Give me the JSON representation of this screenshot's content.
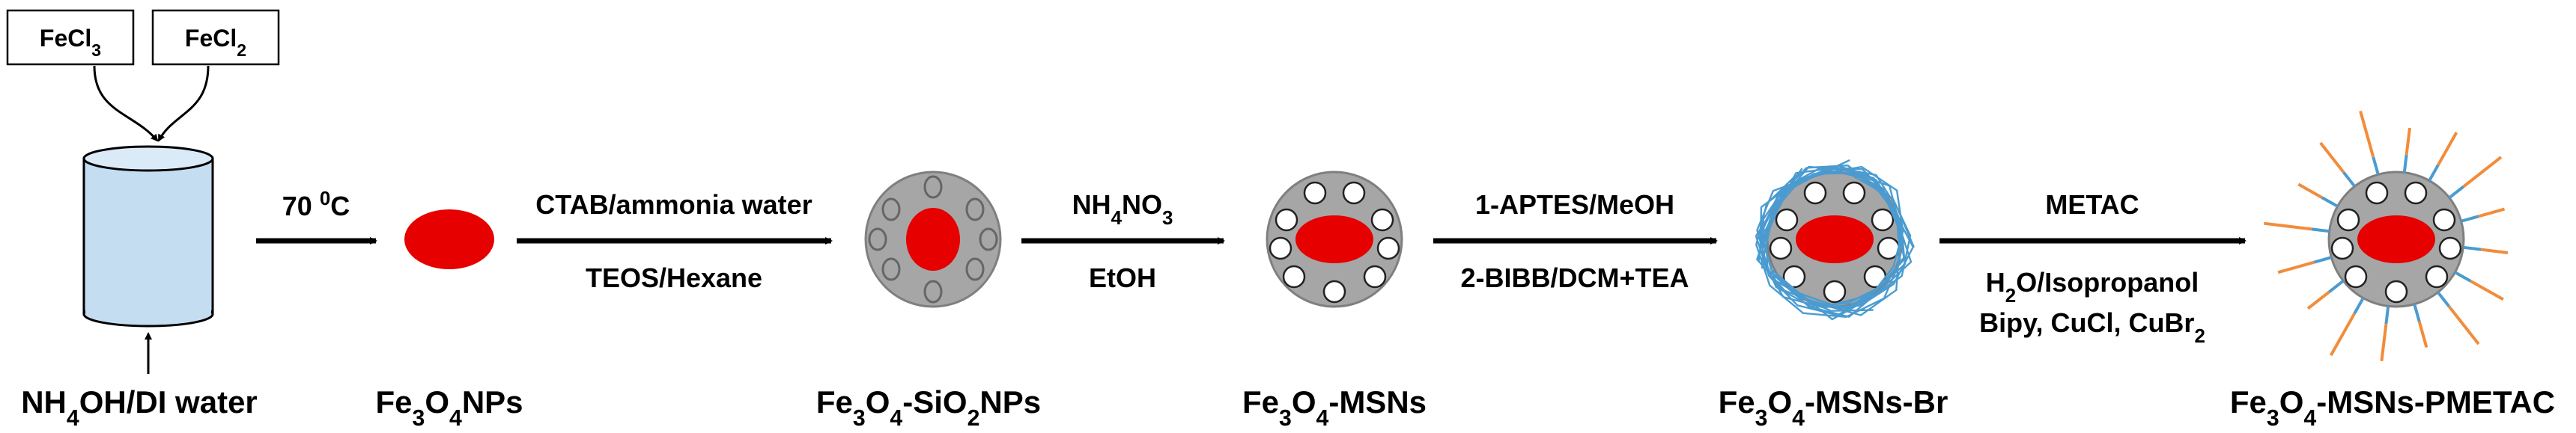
{
  "reagents": [
    {
      "id": "fecl3",
      "text": "FeCl",
      "sub": "3"
    },
    {
      "id": "fecl2",
      "text": "FeCl",
      "sub": "2"
    }
  ],
  "steps": [
    {
      "id": "step1",
      "above": [
        {
          "t": "70 "
        },
        {
          "t": "0",
          "s": "sup"
        },
        {
          "t": "C"
        }
      ],
      "below": []
    },
    {
      "id": "step2",
      "above": [
        {
          "t": "CTAB/ammonia water"
        }
      ],
      "below": [
        [
          {
            "t": "TEOS/Hexane"
          }
        ]
      ]
    },
    {
      "id": "step3",
      "above": [
        {
          "t": "NH"
        },
        {
          "t": "4",
          "s": "sub"
        },
        {
          "t": "NO"
        },
        {
          "t": "3",
          "s": "sub"
        }
      ],
      "below": [
        [
          {
            "t": "EtOH"
          }
        ]
      ]
    },
    {
      "id": "step4",
      "above": [
        {
          "t": "1-APTES/MeOH"
        }
      ],
      "below": [
        [
          {
            "t": "2-BIBB/DCM+TEA"
          }
        ]
      ]
    },
    {
      "id": "step5",
      "above": [
        {
          "t": "METAC"
        }
      ],
      "below": [
        [
          {
            "t": "H"
          },
          {
            "t": "2",
            "s": "sub"
          },
          {
            "t": "O/Isopropanol"
          }
        ],
        [
          {
            "t": "Bipy, CuCl, CuBr"
          },
          {
            "t": "2",
            "s": "sub"
          }
        ]
      ]
    }
  ],
  "labels": [
    {
      "id": "label-nh4oh",
      "parts": [
        {
          "t": "NH"
        },
        {
          "t": "4",
          "s": "sub"
        },
        {
          "t": "OH/DI water"
        }
      ]
    },
    {
      "id": "label-fe3o4-nps",
      "parts": [
        {
          "t": "Fe"
        },
        {
          "t": "3",
          "s": "sub"
        },
        {
          "t": "O"
        },
        {
          "t": "4",
          "s": "sub"
        },
        {
          "t": "NPs"
        }
      ]
    },
    {
      "id": "label-fe3o4-sio2-nps",
      "parts": [
        {
          "t": "Fe"
        },
        {
          "t": "3",
          "s": "sub"
        },
        {
          "t": "O"
        },
        {
          "t": "4",
          "s": "sub"
        },
        {
          "t": "-SiO"
        },
        {
          "t": "2",
          "s": "sub"
        },
        {
          "t": "NPs"
        }
      ]
    },
    {
      "id": "label-fe3o4-msns",
      "parts": [
        {
          "t": "Fe"
        },
        {
          "t": "3",
          "s": "sub"
        },
        {
          "t": "O"
        },
        {
          "t": "4",
          "s": "sub"
        },
        {
          "t": "-MSNs"
        }
      ]
    },
    {
      "id": "label-fe3o4-msns-br",
      "parts": [
        {
          "t": "Fe"
        },
        {
          "t": "3",
          "s": "sub"
        },
        {
          "t": "O"
        },
        {
          "t": "4",
          "s": "sub"
        },
        {
          "t": "-MSNs-Br"
        }
      ]
    },
    {
      "id": "label-fe3o4-msns-pmetac",
      "parts": [
        {
          "t": "Fe"
        },
        {
          "t": "3",
          "s": "sub"
        },
        {
          "t": "O"
        },
        {
          "t": "4",
          "s": "sub"
        },
        {
          "t": "-MSNs-PMETAC"
        }
      ]
    }
  ],
  "colors": {
    "core": "#e60000",
    "shell": "#a6a6a6",
    "shell_stroke": "#7f7f7f",
    "water": "#c5ddf1",
    "brush": "#4b9bd0",
    "polymer": "#f28c3a",
    "ink": "#000000"
  }
}
